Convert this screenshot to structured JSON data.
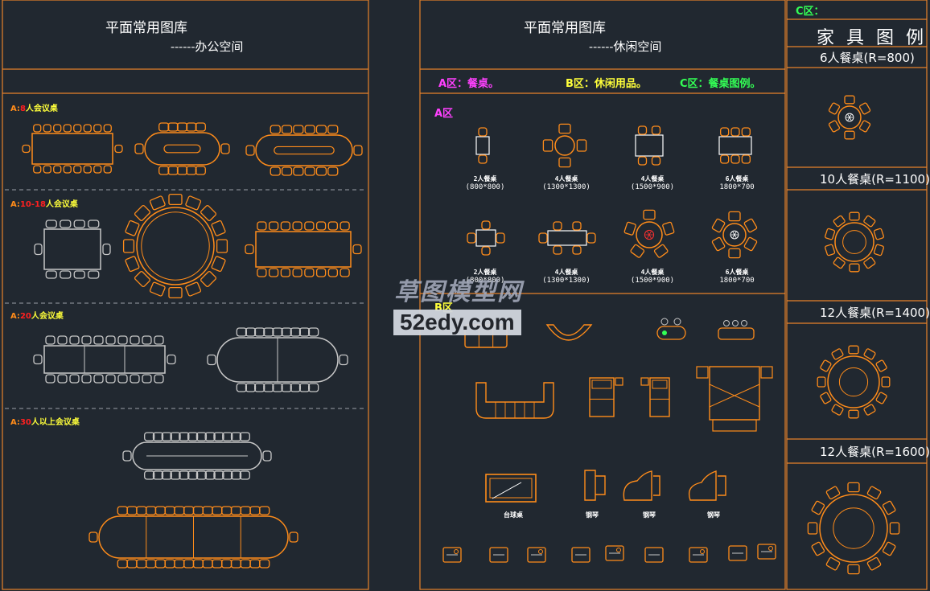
{
  "colors": {
    "background": "#212830",
    "line": "#e8822a",
    "symbol": "#ff8c1a",
    "gray_symbol": "#c7c7c7",
    "text": "#ffffff",
    "magenta": "#ff40ff",
    "yellow": "#ffff3a",
    "green": "#33ff55"
  },
  "left_panel": {
    "title": "平面常用图库",
    "subtitle": "------办公空间",
    "rows": [
      {
        "prefix": "A:",
        "num": "8",
        "suffix": "人会议桌"
      },
      {
        "prefix": "A:",
        "num": "10-18",
        "suffix": "人会议桌"
      },
      {
        "prefix": "A:",
        "num": "20",
        "suffix": "人会议桌"
      },
      {
        "prefix": "A:",
        "num": "30",
        "suffix": "人以上会议桌"
      }
    ]
  },
  "middle_panel": {
    "title": "平面常用图库",
    "subtitle": "------休闲空间",
    "legend": {
      "a": "A区：餐桌。",
      "b": "B区：休闲用品。",
      "c": "C区：餐桌图例。"
    },
    "zone_a_label": "A区",
    "zone_b_label": "B区",
    "zone_a_row1": [
      {
        "name": "2人餐桌",
        "size": "(800*800)"
      },
      {
        "name": "4人餐桌",
        "size": "(1300*1300)"
      },
      {
        "name": "4人餐桌",
        "size": "(1500*900)"
      },
      {
        "name": "6人餐桌",
        "size": "1800*700"
      }
    ],
    "zone_a_row2": [
      {
        "name": "2人餐桌",
        "size": "(800*800)"
      },
      {
        "name": "4人餐桌",
        "size": "(1300*1300)"
      },
      {
        "name": "4人餐桌",
        "size": "(1500*900)"
      },
      {
        "name": "6人餐桌",
        "size": "1800*700"
      }
    ],
    "zone_b_captions": [
      "台球桌",
      "钢琴",
      "钢琴",
      "钢琴"
    ]
  },
  "right_panel": {
    "zone_label": "C区：",
    "title": "家 具 图 例",
    "items": [
      {
        "label": "6人餐桌(R=800)",
        "seats": 6
      },
      {
        "label": "10人餐桌(R=1100)",
        "seats": 10
      },
      {
        "label": "12人餐桌(R=1400)",
        "seats": 12
      },
      {
        "label": "12人餐桌(R=1600)",
        "seats": 12
      }
    ]
  },
  "watermark": {
    "line1": "草图模型网",
    "line2": "52edy.com"
  }
}
